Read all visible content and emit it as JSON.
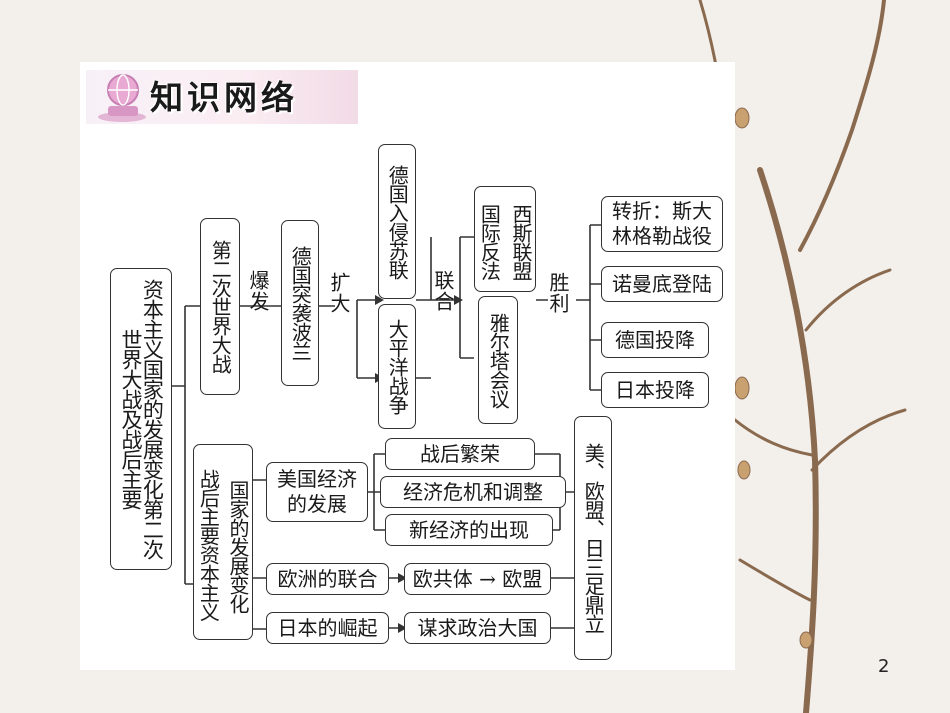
{
  "title": "知识网络",
  "page_number": "2",
  "root": "资本主义国家的发展变化第二次世界大战及战后主要",
  "war": {
    "topic": "第二次世界大战",
    "outbreak_label": "爆发",
    "outbreak_event": "德国突袭波兰",
    "expand_label": "扩大",
    "expand_events": [
      "德国入侵苏联",
      "大平洋战争"
    ],
    "unite_label": "联合",
    "unite_events": [
      "国际反法",
      "西斯联盟",
      "雅尔塔会议"
    ],
    "victory_label": "胜利",
    "victory_events": [
      "转折：斯大林格勒战役",
      "诺曼底登陆",
      "德国投降",
      "日本投降"
    ]
  },
  "postwar": {
    "topic_part1": "战后主要资本主义",
    "topic_part2": "国家的发展变化",
    "us_economy": "美国经济的发展",
    "us_stages": [
      "战后繁荣",
      "经济危机和调整",
      "新经济的出现"
    ],
    "europe": "欧洲的联合",
    "europe_result": "欧共体 → 欧盟",
    "japan": "日本的崛起",
    "japan_result": "谋求政治大国",
    "summary": "美、欧盟、日三足鼎立"
  }
}
